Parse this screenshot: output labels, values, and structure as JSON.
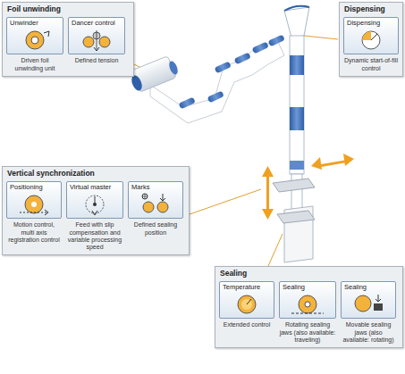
{
  "diagram": {
    "nodes": [
      {
        "text": [
          "Foil unwinding"
        ]
      },
      {
        "text": [
          "Unwinder",
          "Driven foil unwinding unit"
        ],
        "in": 0
      },
      {
        "text": [
          "Dancer control",
          "Defined tension"
        ],
        "in": 0
      },
      {
        "text": [
          "Dispensing"
        ]
      },
      {
        "text": [
          "Dispensing",
          "Dynamic start-of-fill control"
        ],
        "in": 3
      },
      {
        "text": [
          "Vertical synchronization"
        ]
      },
      {
        "text": [
          "Positioning",
          "Motion control, multi axis registration control"
        ],
        "in": 5
      },
      {
        "text": [
          "Virtual master",
          "Feed with slip compensation and variable processing speed"
        ],
        "in": 5
      },
      {
        "text": [
          "Marks",
          "Defined sealing position"
        ],
        "in": 5
      },
      {
        "text": [
          "Sealing"
        ]
      },
      {
        "text": [
          "Temperature",
          "Extended control"
        ],
        "in": 9
      },
      {
        "text": [
          "Sealing",
          "Rotating sealing jaws (also available: traveling)"
        ],
        "in": 9
      },
      {
        "text": [
          "Sealing",
          "Movable sealing jaws (also available: rotating)"
        ],
        "in": 9
      }
    ]
  }
}
